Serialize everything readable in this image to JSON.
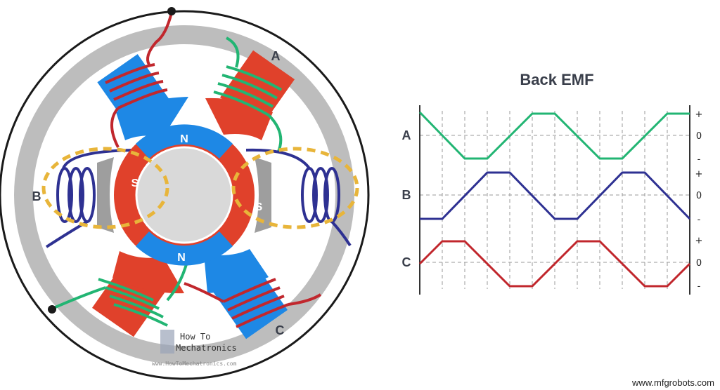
{
  "diagram": {
    "title": "Back EMF",
    "coil_labels": {
      "a": "A",
      "b": "B",
      "c": "C"
    },
    "pole_labels": {
      "north": "N",
      "south": "S"
    }
  },
  "emf_chart": {
    "row_labels": [
      "A",
      "B",
      "C"
    ],
    "sign_labels": [
      "+",
      "0",
      "-"
    ],
    "colors": {
      "A": "#22b573",
      "B": "#2e3192",
      "C": "#c1272d"
    }
  },
  "watermark": {
    "name_line1": "How To",
    "name_line2": "Mechatronics",
    "url": "www.HowToMechatronics.com"
  },
  "footer": {
    "site": "www.mfgrobots.com"
  },
  "colors": {
    "stator": "#bdbdbd",
    "north": "#1e88e5",
    "south": "#e0412b",
    "rotor_core": "#d9d9d9",
    "highlight": "#e8b53a"
  }
}
